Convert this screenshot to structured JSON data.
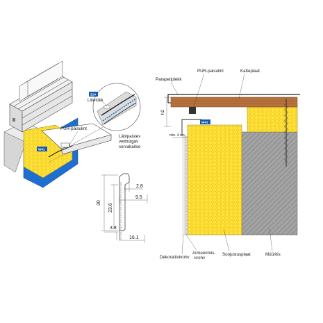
{
  "left_view": {
    "pur_label": "PUR-paisulint",
    "code_w41": "W41",
    "detail": {
      "code_z14": "Z14",
      "joint_label": "Liitetükk",
      "caption_line1": "Läbipaistev",
      "caption_line2": "vetthülgav",
      "caption_line3": "servakaitse"
    }
  },
  "profile_dims": {
    "d30": "30",
    "d23_6": "23.6",
    "d2_8": "2.8",
    "d9_5": "9.5",
    "d3_8": "3.8",
    "d16_1": "16.1"
  },
  "section": {
    "parapet_label": "Parapetiplekk",
    "pur_label": "PUR-paisulint",
    "cover_label": "Katteplaat",
    "h_label": "h2",
    "code_w41": "W41",
    "min_label": "min. 4 cm",
    "decor_label": "Dekoratiivkrohv",
    "reinf_line1": "Armeerimis-",
    "reinf_line2": "krohv",
    "insul_label": "Soojustusplaat",
    "wall_label": "Müüritis"
  },
  "colors": {
    "insulation_yellow": "#ffe23a",
    "wall_blue": "#1e6fd0",
    "wood_brown": "#b5703c",
    "masonry_gray": "#9a9a9a",
    "tag_blue": "#1558b0"
  }
}
